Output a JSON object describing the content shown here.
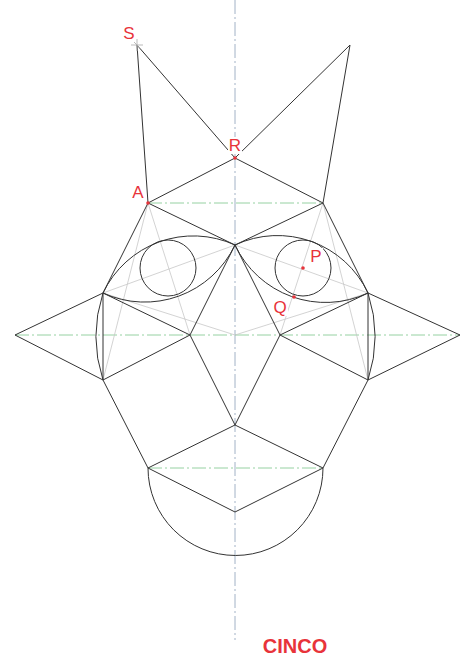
{
  "diagram": {
    "caption": "CINCO",
    "labels": [
      "S",
      "R",
      "A",
      "P",
      "Q"
    ]
  }
}
